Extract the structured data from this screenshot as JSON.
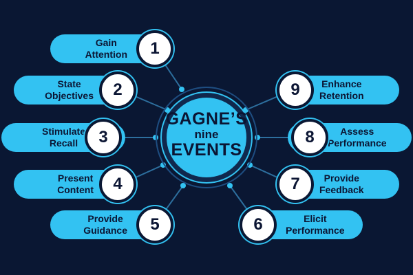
{
  "hub": {
    "line1": "GAGNE’S",
    "line2": "nine",
    "line3": "EVENTS"
  },
  "events": [
    {
      "number": "1",
      "label": "Gain\nAttention"
    },
    {
      "number": "2",
      "label": "State\nObjectives"
    },
    {
      "number": "3",
      "label": "Stimulate\nRecall"
    },
    {
      "number": "4",
      "label": "Present\nContent"
    },
    {
      "number": "5",
      "label": "Provide\nGuidance"
    },
    {
      "number": "6",
      "label": "Elicit\nPerformance"
    },
    {
      "number": "7",
      "label": "Provide\nFeedback"
    },
    {
      "number": "8",
      "label": "Assess\nPerformance"
    },
    {
      "number": "9",
      "label": "Enhance\nRetention"
    }
  ],
  "colors": {
    "background": "#0a1733",
    "accent": "#33c2f2",
    "text": "#0b1533",
    "circle": "#ffffff"
  }
}
